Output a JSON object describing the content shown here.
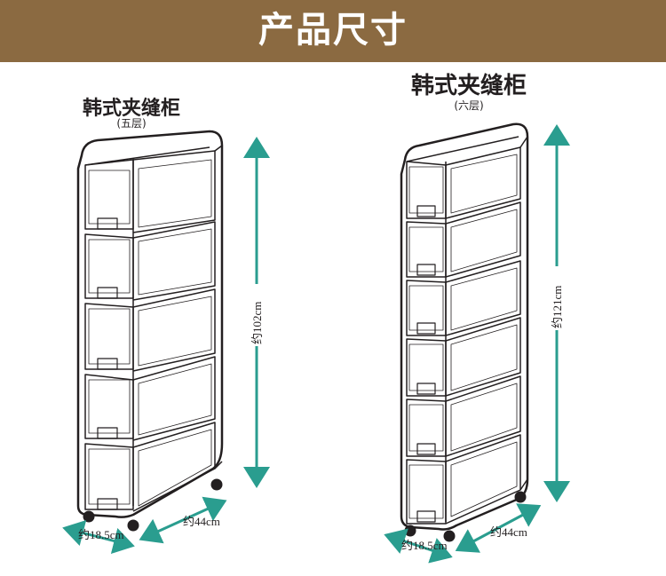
{
  "header": {
    "title": "产品尺寸"
  },
  "products": [
    {
      "name": "韩式夹缝柜",
      "variant": "(五层)",
      "layers": 5,
      "height_label": "约102cm",
      "depth_label": "约44cm",
      "width_label": "约18.5cm"
    },
    {
      "name": "韩式夹缝柜",
      "variant": "(六层)",
      "layers": 6,
      "height_label": "约121cm",
      "depth_label": "约44cm",
      "width_label": "约18.5cm"
    }
  ],
  "colors": {
    "header": "#8b6a41",
    "dimension": "#2a9d8f",
    "outline": "#231f20"
  }
}
